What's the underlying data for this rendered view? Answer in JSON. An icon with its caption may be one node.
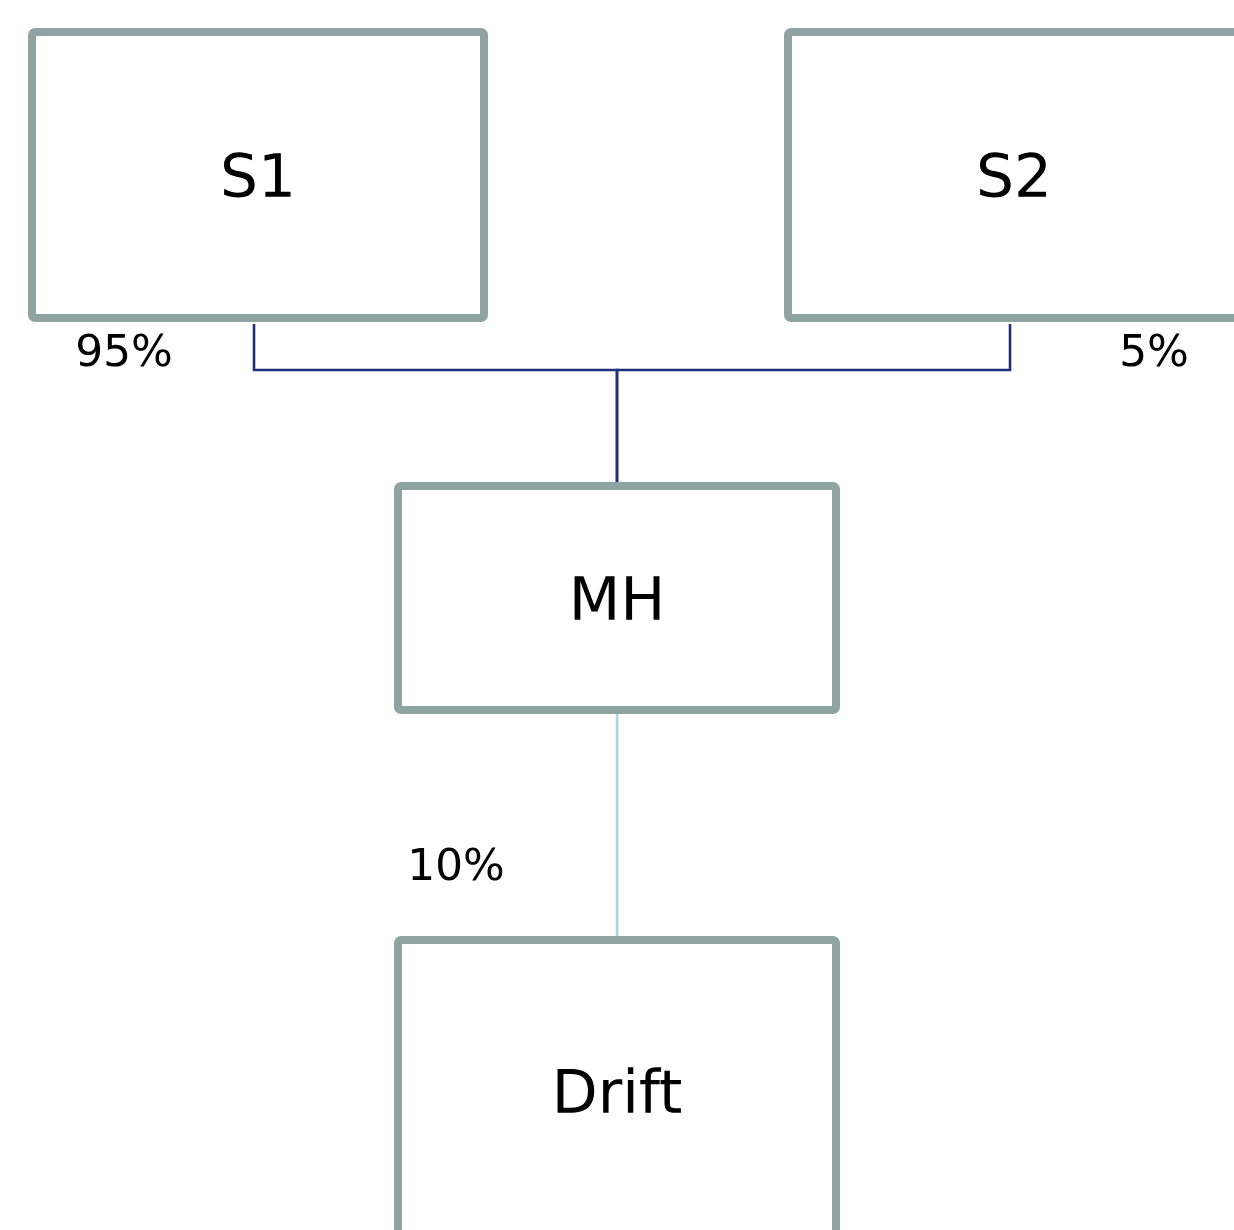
{
  "diagram": {
    "nodes": [
      {
        "text": [
          "S1"
        ]
      },
      {
        "text": [
          "S2"
        ]
      },
      {
        "text": [
          "MH"
        ]
      },
      {
        "text": [
          "Drift"
        ]
      }
    ],
    "edges": [
      {
        "from": 0,
        "to": 2,
        "arrow": "none",
        "label": "95%"
      },
      {
        "from": 1,
        "to": 2,
        "arrow": "none",
        "label": "5%"
      },
      {
        "from": 2,
        "to": 3,
        "arrow": "none",
        "label": "10%",
        "color": "#a8d4dc"
      }
    ]
  }
}
